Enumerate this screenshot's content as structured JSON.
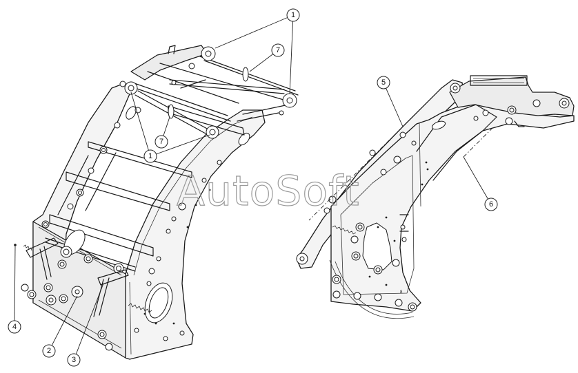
{
  "watermark": {
    "text": "AutoSoft"
  },
  "callouts": [
    {
      "id": "c1",
      "label": "1"
    },
    {
      "id": "c1b",
      "label": "1"
    },
    {
      "id": "c7",
      "label": "7"
    },
    {
      "id": "c7b",
      "label": "7"
    },
    {
      "id": "c2",
      "label": "2"
    },
    {
      "id": "c3",
      "label": "3"
    },
    {
      "id": "c4",
      "label": "4"
    },
    {
      "id": "c5",
      "label": "5"
    },
    {
      "id": "c6",
      "label": "6"
    }
  ],
  "plate_marks": [
    {
      "label": "8"
    }
  ],
  "colors": {
    "line": "#1a1a1a",
    "plate_fill": "#f4f4f4",
    "watermark": "#9a9a9a"
  }
}
